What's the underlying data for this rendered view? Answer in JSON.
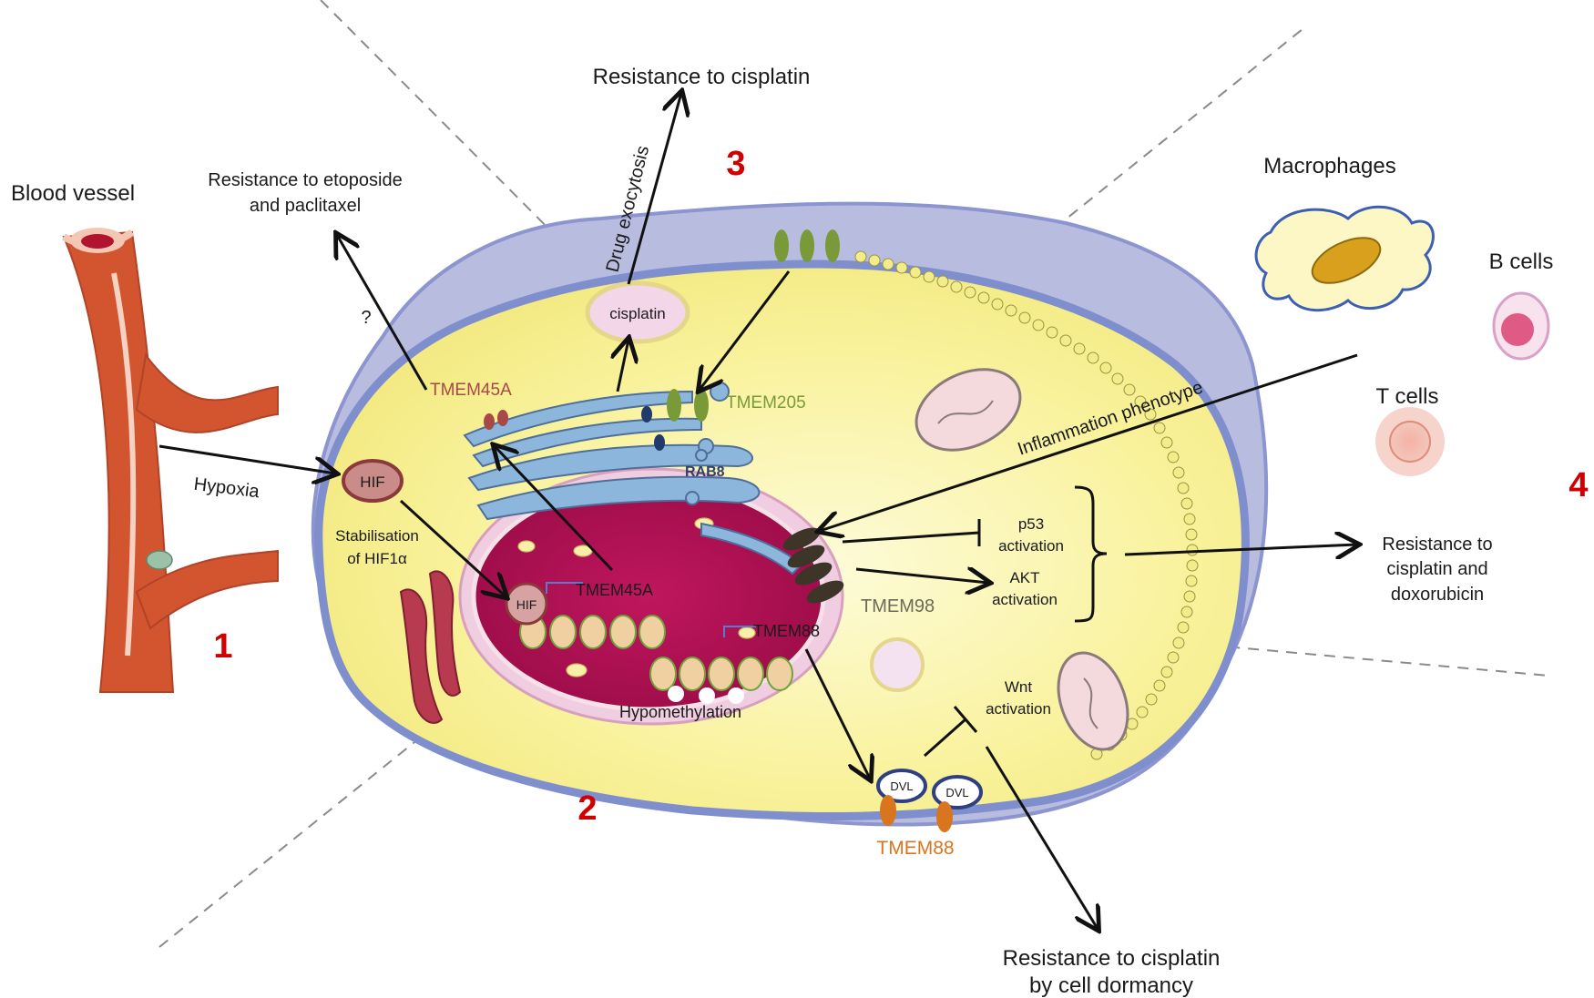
{
  "regions": {
    "r1": "1",
    "r2": "2",
    "r3": "3",
    "r4": "4"
  },
  "labels": {
    "blood_vessel": "Blood vessel",
    "hypoxia": "Hypoxia",
    "stab_line1": "Stabilisation",
    "stab_line2": "of HIF1α",
    "hif_cyto": "HIF",
    "hif_nuc": "HIF",
    "tmem45a_cyto": "TMEM45A",
    "tmem45a_nuc": "TMEM45A",
    "tmem205": "TMEM205",
    "rab8": "RAB8",
    "cisplatin": "cisplatin",
    "drug_exocytosis": "Drug exocytosis",
    "res_cisplatin": "Resistance to cisplatin",
    "res_etoposide_l1": "Resistance to etoposide",
    "res_etoposide_l2": "and paclitaxel",
    "question": "?",
    "inflammation": "Inflammation phenotype",
    "macrophages": "Macrophages",
    "b_cells": "B cells",
    "t_cells": "T cells",
    "p53_l1": "p53",
    "p53_l2": "activation",
    "akt_l1": "AKT",
    "akt_l2": "activation",
    "tmem98": "TMEM98",
    "res_cis_dox_l1": "Resistance to",
    "res_cis_dox_l2": "cisplatin and",
    "res_cis_dox_l3": "doxorubicin",
    "tmem88_nuc": "TMEM88",
    "tmem88_mem": "TMEM88",
    "hypomethylation": "Hypomethylation",
    "wnt_l1": "Wnt",
    "wnt_l2": "activation",
    "dvl1": "DVL",
    "dvl2": "DVL",
    "res_dormancy_l1": "Resistance to cisplatin",
    "res_dormancy_l2": "by cell dormancy"
  },
  "colors": {
    "cytoplasm": "#f8f39a",
    "membrane": "#7f8fce",
    "matrix": "#b8bde0",
    "nucleus": "#b01252",
    "nuclear_envelope": "#f0cde0",
    "golgi": "#8db6dc",
    "tmem205": "#7a9a3a",
    "tmem45a": "#a84848",
    "tmem88": "#d9751e",
    "vessel": "#d2552f",
    "number_red": "#d00000"
  },
  "icons": [
    "blood-vessel-icon",
    "nucleus-icon",
    "golgi-icon",
    "mitochondrion-icon",
    "macrophage-icon",
    "b-cell-icon",
    "t-cell-icon",
    "dvl-receptor-icon"
  ]
}
